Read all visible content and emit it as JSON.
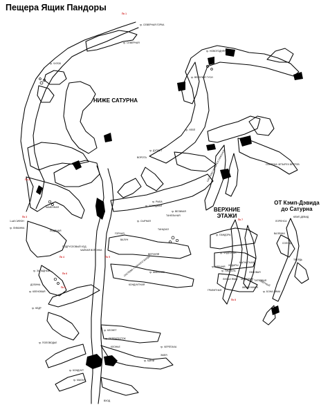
{
  "title": "Пещера Ящик Пандоры",
  "sections": {
    "below_saturn": "НИЖЕ САТУРНА",
    "upper_levels": [
      "ВЕРХНИЕ",
      "ЭТАЖИ"
    ],
    "from_camp": [
      "ОТ Кэмп-Дэвида",
      "до Сатурна"
    ]
  },
  "map_labels": [
    "гр. СЕВЕРНАЯ ГОРКА",
    "гр. СЕВЕРНАЯ",
    "гр. ЧУЛОК",
    "гр. НОВОГОДНЯЯ",
    "гр. ВЕСЕЛЫЕ ГУСИ",
    "гр. УЛЕЙ",
    "гр. ДУПЛЕТ",
    "ВОРОТА",
    "гр. СЫРНАЯ",
    "КАМЕННАЯ",
    "гр. ВЕЛИКАЯ",
    "ТАНЦЗАЛ",
    "гр. РЫБА",
    "1-ый СИФОН",
    "гр. ЛИМАНКА",
    "ЛЕДЯНАЯ",
    "ВАЛУН",
    "ПОДРУСЛОВЫЙ ХОД",
    "ЧАЙНАЯ ВОРОНКА",
    "ГОРНАЯ",
    "ВЕРХНЯЯ",
    "гр. ПАНДОРА",
    "гр. ЗАПАДНЫЙ",
    "гр. КЛЕНОВАЯ",
    "гр. КЕДР",
    "гр. ХОЛОДНАЯ",
    "гр. ПАСТЕЛЬ",
    "гр. ЧУДЕСНАЯ",
    "гр. ШАКАЛОВ",
    "гр. ПЕРЕКРЕСТОК",
    "гр. ПОЛОВОДЬЕ",
    "гр. КЛОНЕТ",
    "гр. МИНИ",
    "гр. КОНДУИТ",
    "СИСТЕМА ЧЕТЫРЕХ ВЕТРОВ",
    "СИСТЕМА ЧЕТЫРЕХ СИФОНОВ",
    "ЛОРЕНСА",
    "КЕМП-ДЕВИД",
    "ХОДАРЫ",
    "МАГНИТНАЯ",
    "ЛИСЬИ ЯМЫ",
    "ОКНОВАЯ",
    "СОЛНЦА",
    "КЕДРОВАЯ",
    "ЖЕМЧУЖНАЯ",
    "ТВЕРДЬ",
    "ВАЛЕНКИ",
    "КОНДУИТНАЯ",
    "КЛОНЬЕ",
    "ТАНЕЛЬНАЯ",
    "гр. БОНА ЛИМА",
    "ЗМЕЯ",
    "СИСТЕМА ГЛАВНОГО ВХОДА",
    "ГРАФИТНАЯ",
    "ДОЛИНА",
    "гр. ТИГРОВАЯ",
    "ОЗЁРНЫЙ",
    "гр. КЛЕШНЯ",
    "гр. МАЛАЯ",
    "гр. ЧЕРЕПАХА",
    "ВХОД"
  ],
  "picket_labels": [
    "Пк 1",
    "Пк 2",
    "Пк 3",
    "Пк 4",
    "Пк 5",
    "Пк 6",
    "Пк 7",
    "Пк 8",
    "Пк 9"
  ],
  "colors": {
    "outline": "#000000",
    "paper": "#ffffff",
    "accent": "#d21e1e"
  }
}
